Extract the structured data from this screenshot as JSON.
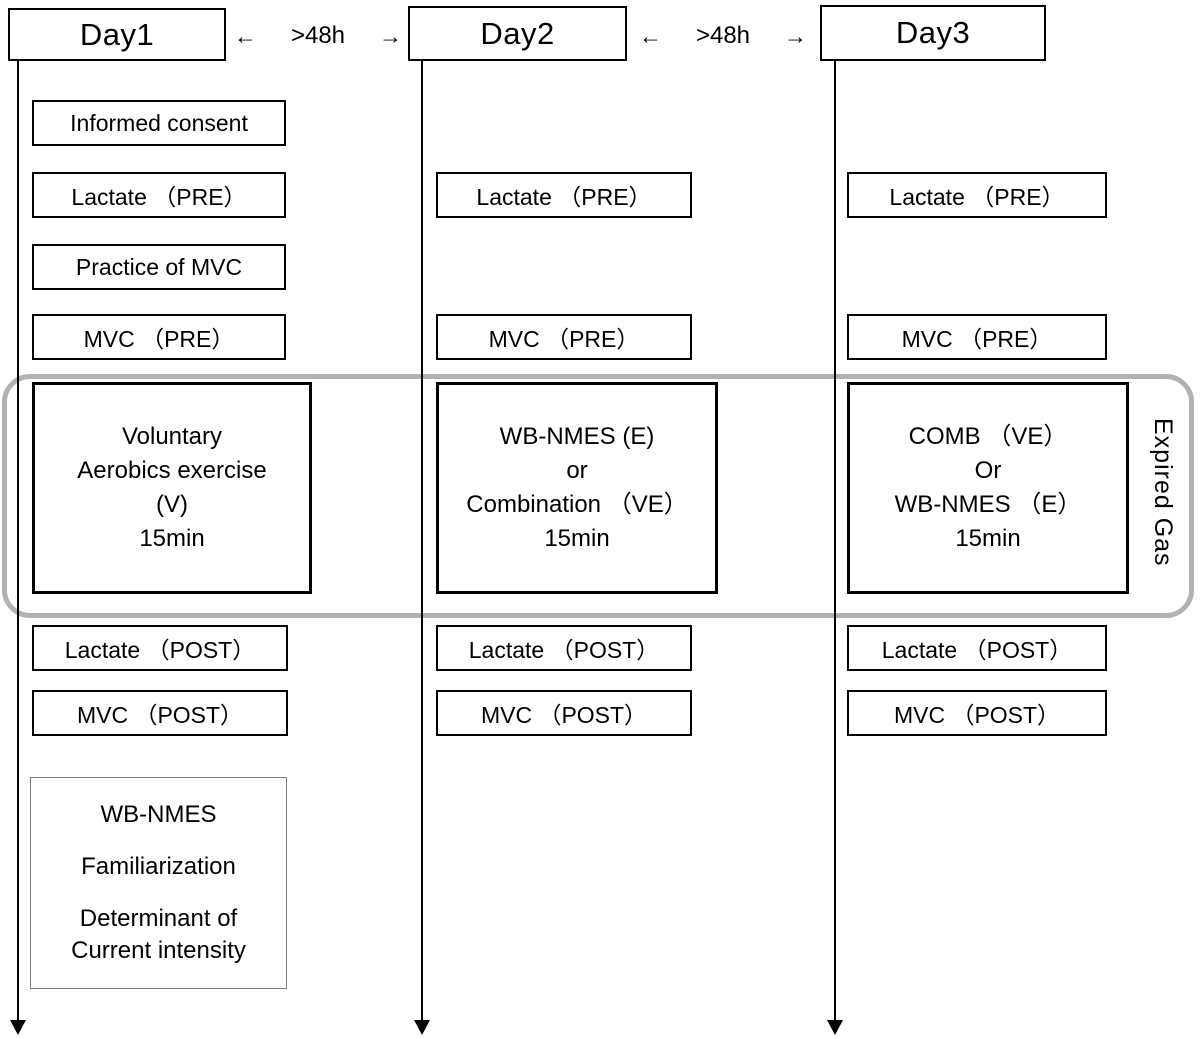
{
  "header": {
    "days": [
      "Day1",
      "Day2",
      "Day3"
    ]
  },
  "intervals": [
    {
      "left_arrow": "←",
      "label": ">48h",
      "right_arrow": "→"
    },
    {
      "left_arrow": "←",
      "label": ">48h",
      "right_arrow": "→"
    }
  ],
  "day1": {
    "informed_consent": "Informed consent",
    "lactate_pre": "Lactate （PRE）",
    "practice_mvc": "Practice of MVC",
    "mvc_pre": "MVC （PRE）",
    "exercise": {
      "line1": "Voluntary",
      "line2": "Aerobics exercise",
      "line3": "(V)",
      "line4": "15min"
    },
    "lactate_post": "Lactate （POST）",
    "mvc_post": "MVC （POST）",
    "familiarization": {
      "line1": "WB-NMES",
      "line2": "Familiarization",
      "line3": "Determinant of",
      "line4": "Current intensity"
    }
  },
  "day2": {
    "lactate_pre": "Lactate （PRE）",
    "mvc_pre": "MVC （PRE）",
    "exercise": {
      "line1": "WB-NMES (E)",
      "line2": "or",
      "line3": "Combination （VE）",
      "line4": "15min"
    },
    "lactate_post": "Lactate （POST）",
    "mvc_post": "MVC （POST）"
  },
  "day3": {
    "lactate_pre": "Lactate （PRE）",
    "mvc_pre": "MVC （PRE）",
    "exercise": {
      "line1": "COMB （VE）",
      "line2": "Or",
      "line3": "WB-NMES （E）",
      "line4": "15min"
    },
    "lactate_post": "Lactate （POST）",
    "mvc_post": "MVC （POST）"
  },
  "expired_gas_label": "Expired Gas"
}
